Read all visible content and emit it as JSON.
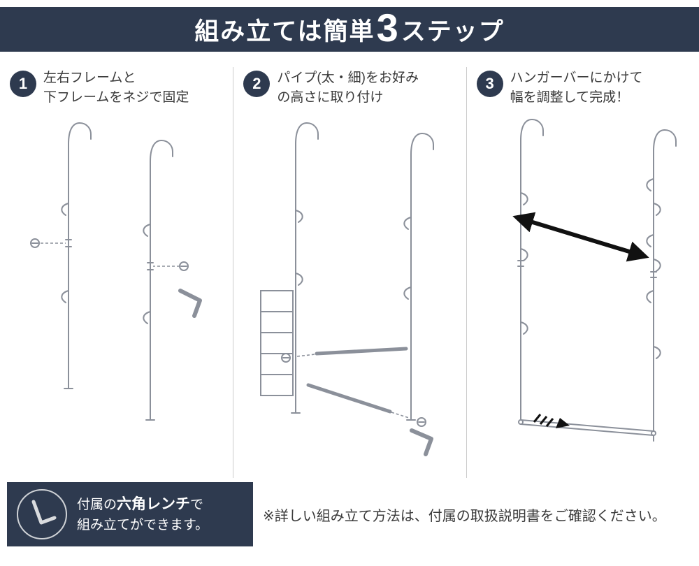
{
  "colors": {
    "navy": "#2e3a4f",
    "text": "#3a3a3a",
    "line_art": "#8b909a",
    "divider": "#cccccc",
    "arrow": "#111111"
  },
  "header": {
    "title_prefix": "組み立ては簡単",
    "title_number": "3",
    "title_suffix": "ステップ"
  },
  "steps": [
    {
      "number": "1",
      "caption_line1": "左右フレームと",
      "caption_line2": "下フレームをネジで固定",
      "illustration": "left-and-right-frames-fixed-with-screws"
    },
    {
      "number": "2",
      "caption_line1": "パイプ(太・細)をお好み",
      "caption_line2": "の高さに取り付け",
      "illustration": "attach-pipes-at-desired-height"
    },
    {
      "number": "3",
      "caption_line1": "ハンガーバーにかけて",
      "caption_line2": "幅を調整して完成！",
      "illustration": "hang-on-bar-and-adjust-width"
    }
  ],
  "footer": {
    "wrench_note": {
      "prefix": "付属の",
      "bold": "六角レンチ",
      "suffix": "で",
      "line2": "組み立てができます。"
    },
    "manual_note": "※詳しい組み立て方法は、付属の取扱説明書をご確認ください。"
  },
  "icons": {
    "footer_icon": "hex-wrench-icon",
    "step1_tools": [
      "screw-icon",
      "hex-wrench-icon"
    ],
    "step2_tools": [
      "screw-icon",
      "hex-wrench-icon"
    ],
    "step3_marks": [
      "width-adjust-arrow",
      "slide-adjust-arrow"
    ]
  }
}
